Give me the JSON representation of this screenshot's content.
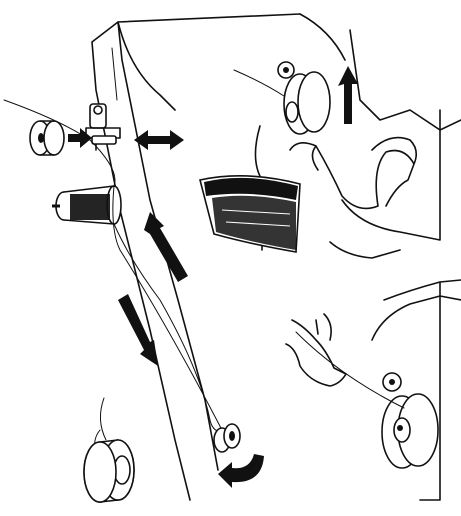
{
  "figure": {
    "panels": [
      {
        "name": "thread-path-machine-side",
        "icon": "sewing-machine-side-illustration"
      },
      {
        "name": "bobbin-spindle-push",
        "icon": "bobbin-winder-spindle-illustration"
      },
      {
        "name": "thread-through-bobbin-hole",
        "icon": "bobbin-threading-hand-illustration"
      },
      {
        "name": "loose-bobbin",
        "icon": "bobbin-illustration"
      }
    ],
    "colors": {
      "ink": "#111111",
      "background": "#ffffff"
    }
  }
}
